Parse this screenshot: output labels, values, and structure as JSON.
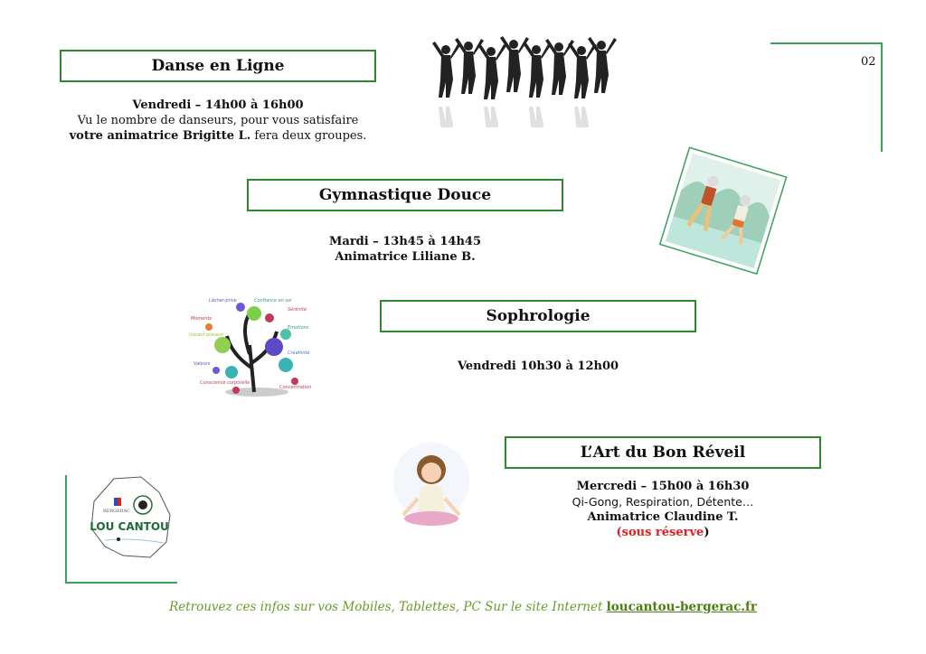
{
  "page_number": "02",
  "sections": [
    {
      "title": "Danse en Ligne",
      "schedule": "Vendredi – 14h00 à 16h00",
      "line1": "Vu le nombre de danseurs, pour vous satisfaire",
      "line2_bold": "votre animatrice Brigitte L.",
      "line2_rest": " fera deux groupes."
    },
    {
      "title": "Gymnastique Douce",
      "schedule": "Mardi – 13h45 à 14h45",
      "instructor": "Animatrice Liliane B."
    },
    {
      "title": "Sophrologie",
      "schedule": "Vendredi 10h30 à 12h00"
    },
    {
      "title": "L’Art du Bon Réveil",
      "schedule": "Mercredi – 15h00 à 16h30",
      "line1": "Qi-Gong, Respiration, Détente…",
      "instructor": "Animatrice Claudine T.",
      "note": "(sous réserve",
      "note_close": ")"
    }
  ],
  "logo": {
    "text": "LOU CANTOU",
    "sub": "BERGERAC"
  },
  "tree_words": [
    "Lâcher-prise",
    "Confiance en soi",
    "Sérénité",
    "Moments",
    "Emotions",
    "Instant présent",
    "Créativité",
    "Valeurs",
    "Conscience corporelle",
    "Concentration"
  ],
  "footer": {
    "text": "Retrouvez ces infos sur vos Mobiles, Tablettes, PC Sur le site Internet ",
    "link": "loucantou-bergerac.fr"
  },
  "colors": {
    "box_border": "#2f8a2f",
    "footer": "#6b9a2a",
    "note": "#e02020"
  }
}
